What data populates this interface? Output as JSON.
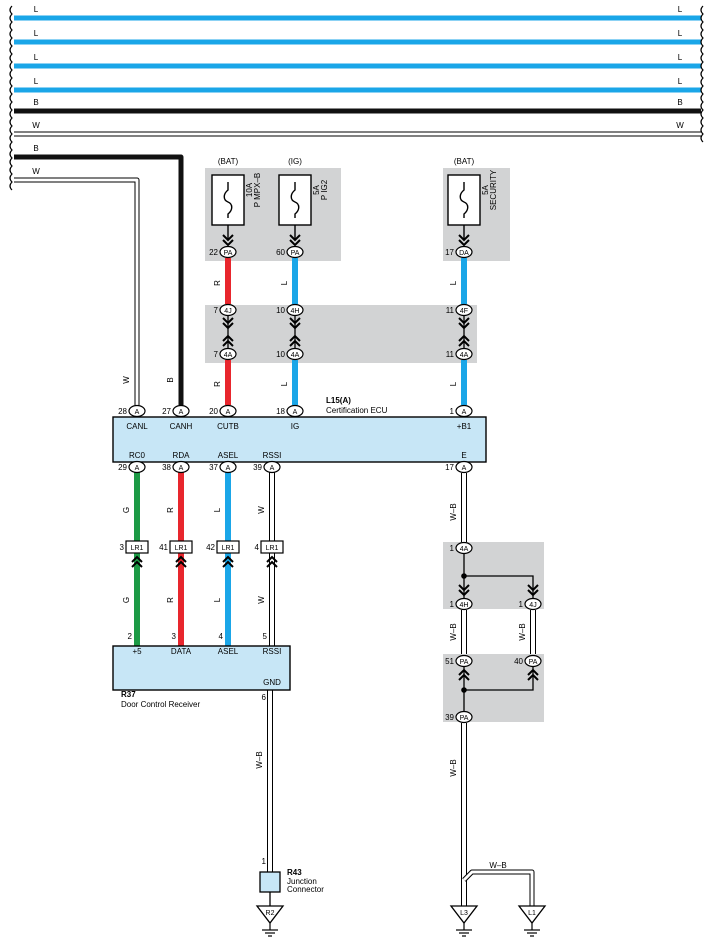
{
  "bus": {
    "lines": [
      {
        "name": "L",
        "color": "L"
      },
      {
        "name": "L",
        "color": "L"
      },
      {
        "name": "L",
        "color": "L"
      },
      {
        "name": "L",
        "color": "L"
      },
      {
        "name": "B",
        "color": "B"
      },
      {
        "name": "W",
        "color": "W"
      }
    ],
    "branch": [
      {
        "name": "B",
        "color": "B"
      },
      {
        "name": "W",
        "color": "W"
      }
    ]
  },
  "colors": {
    "L": "#1aa6e8",
    "B": "#111111",
    "W": "#ffffff",
    "R": "#e8262d",
    "G": "#1c9a45",
    "WB": "#ffffff",
    "box": "#d2d3d4",
    "ecu": "#c7e6f6",
    "outline": "#000000"
  },
  "fuses": [
    {
      "source": "(BAT)",
      "rating": "10A",
      "name": "P MPX–B",
      "pin": "22",
      "conn": "PA"
    },
    {
      "source": "(IG)",
      "rating": "5A",
      "name": "P IG2",
      "pin": "60",
      "conn": "PA"
    },
    {
      "source": "(BAT)",
      "rating": "5A",
      "name": "SECURITY",
      "pin": "17",
      "conn": "DA"
    }
  ],
  "ecu": {
    "title": "L15(A)",
    "subtitle": "Certification ECU",
    "top_terms": [
      {
        "pin": "28",
        "conn": "A",
        "label": "CANL",
        "wire": "W"
      },
      {
        "pin": "27",
        "conn": "A",
        "label": "CANH",
        "wire": "B"
      },
      {
        "pin": "20",
        "conn": "A",
        "label": "CUTB",
        "wire": "R"
      },
      {
        "pin": "18",
        "conn": "A",
        "label": "IG",
        "wire": "L"
      },
      {
        "pin": "1",
        "conn": "A",
        "label": "+B1",
        "wire": "L"
      }
    ],
    "bottom_terms": [
      {
        "pin": "29",
        "conn": "A",
        "label": "RC0",
        "wire": "G"
      },
      {
        "pin": "38",
        "conn": "A",
        "label": "RDA",
        "wire": "R"
      },
      {
        "pin": "37",
        "conn": "A",
        "label": "ASEL",
        "wire": "L"
      },
      {
        "pin": "39",
        "conn": "A",
        "label": "RSSI",
        "wire": "W"
      },
      {
        "pin": "17",
        "conn": "A",
        "label": "E",
        "wire": "W–B"
      }
    ]
  },
  "junction_upper": [
    {
      "pin": "7",
      "conn": "4J"
    },
    {
      "pin": "10",
      "conn": "4H"
    },
    {
      "pin": "11",
      "conn": "4F"
    }
  ],
  "junction_lower": [
    {
      "pin": "7",
      "conn": "4A"
    },
    {
      "pin": "10",
      "conn": "4A"
    },
    {
      "pin": "11",
      "conn": "4A"
    }
  ],
  "lr1": [
    {
      "pin": "3",
      "conn": "LR1",
      "wire": "G"
    },
    {
      "pin": "41",
      "conn": "LR1",
      "wire": "R"
    },
    {
      "pin": "42",
      "conn": "LR1",
      "wire": "L"
    },
    {
      "pin": "4",
      "conn": "LR1",
      "wire": "W"
    }
  ],
  "receiver": {
    "title": "R37",
    "subtitle": "Door Control Receiver",
    "terms": [
      {
        "pin": "2",
        "label": "+5"
      },
      {
        "pin": "3",
        "label": "DATA"
      },
      {
        "pin": "4",
        "label": "ASEL"
      },
      {
        "pin": "5",
        "label": "RSSI"
      }
    ],
    "gnd": {
      "pin": "6",
      "label": "GND",
      "wire": "W–B"
    }
  },
  "junction_conn": {
    "title": "R43",
    "line1": "Junction",
    "line2": "Connector",
    "pin": "1"
  },
  "ground_side": [
    {
      "pin": "1",
      "conn": "4A",
      "wire": "W–B"
    },
    {
      "pin": "1",
      "conn": "4H",
      "wire": "W–B"
    },
    {
      "pin": "1",
      "conn": "4J",
      "wire": "W–B"
    },
    {
      "pin": "51",
      "conn": "PA"
    },
    {
      "pin": "40",
      "conn": "PA"
    },
    {
      "pin": "39",
      "conn": "PA",
      "wire": "W–B"
    }
  ],
  "grounds": [
    {
      "label": "R2"
    },
    {
      "label": "L3",
      "wire": "W–B"
    },
    {
      "label": "L1"
    }
  ]
}
